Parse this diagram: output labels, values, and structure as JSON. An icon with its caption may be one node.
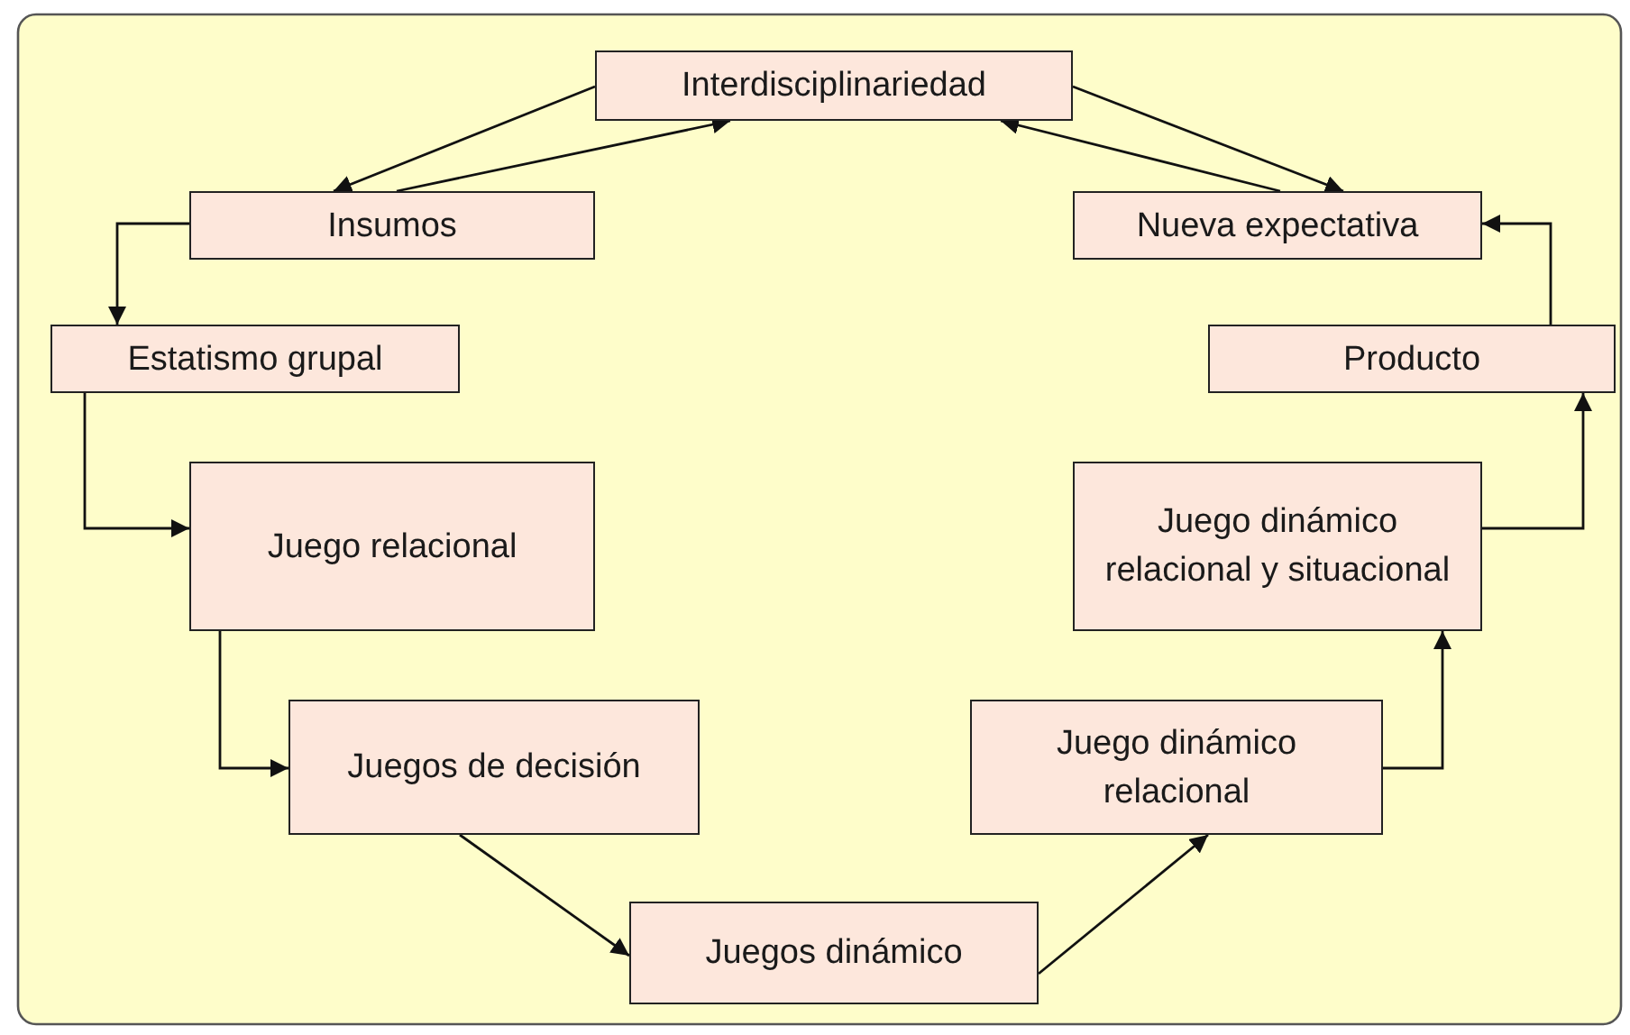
{
  "diagram": {
    "nodes": [
      {
        "text": [
          "Interdisciplinariedad"
        ]
      },
      {
        "text": [
          "Insumos"
        ]
      },
      {
        "text": [
          "Nueva expectativa"
        ]
      },
      {
        "text": [
          "Estatismo grupal"
        ]
      },
      {
        "text": [
          "Producto"
        ]
      },
      {
        "text": [
          "Juego relacional"
        ]
      },
      {
        "text": [
          "Juego dinámico relacional y situacional"
        ]
      },
      {
        "text": [
          "Juegos de decisión"
        ]
      },
      {
        "text": [
          "Juego dinámico relacional"
        ]
      },
      {
        "text": [
          "Juegos dinámico"
        ]
      }
    ],
    "edges": [
      {
        "from": 0,
        "to": 1,
        "arrow": "to"
      },
      {
        "from": 1,
        "to": 0,
        "arrow": "to"
      },
      {
        "from": 0,
        "to": 2,
        "arrow": "to"
      },
      {
        "from": 2,
        "to": 0,
        "arrow": "to"
      },
      {
        "from": 1,
        "to": 3,
        "arrow": "to"
      },
      {
        "from": 3,
        "to": 5,
        "arrow": "to"
      },
      {
        "from": 5,
        "to": 7,
        "arrow": "to"
      },
      {
        "from": 7,
        "to": 9,
        "arrow": "to"
      },
      {
        "from": 9,
        "to": 8,
        "arrow": "to"
      },
      {
        "from": 8,
        "to": 6,
        "arrow": "to"
      },
      {
        "from": 6,
        "to": 4,
        "arrow": "to"
      },
      {
        "from": 4,
        "to": 2,
        "arrow": "to"
      }
    ]
  }
}
